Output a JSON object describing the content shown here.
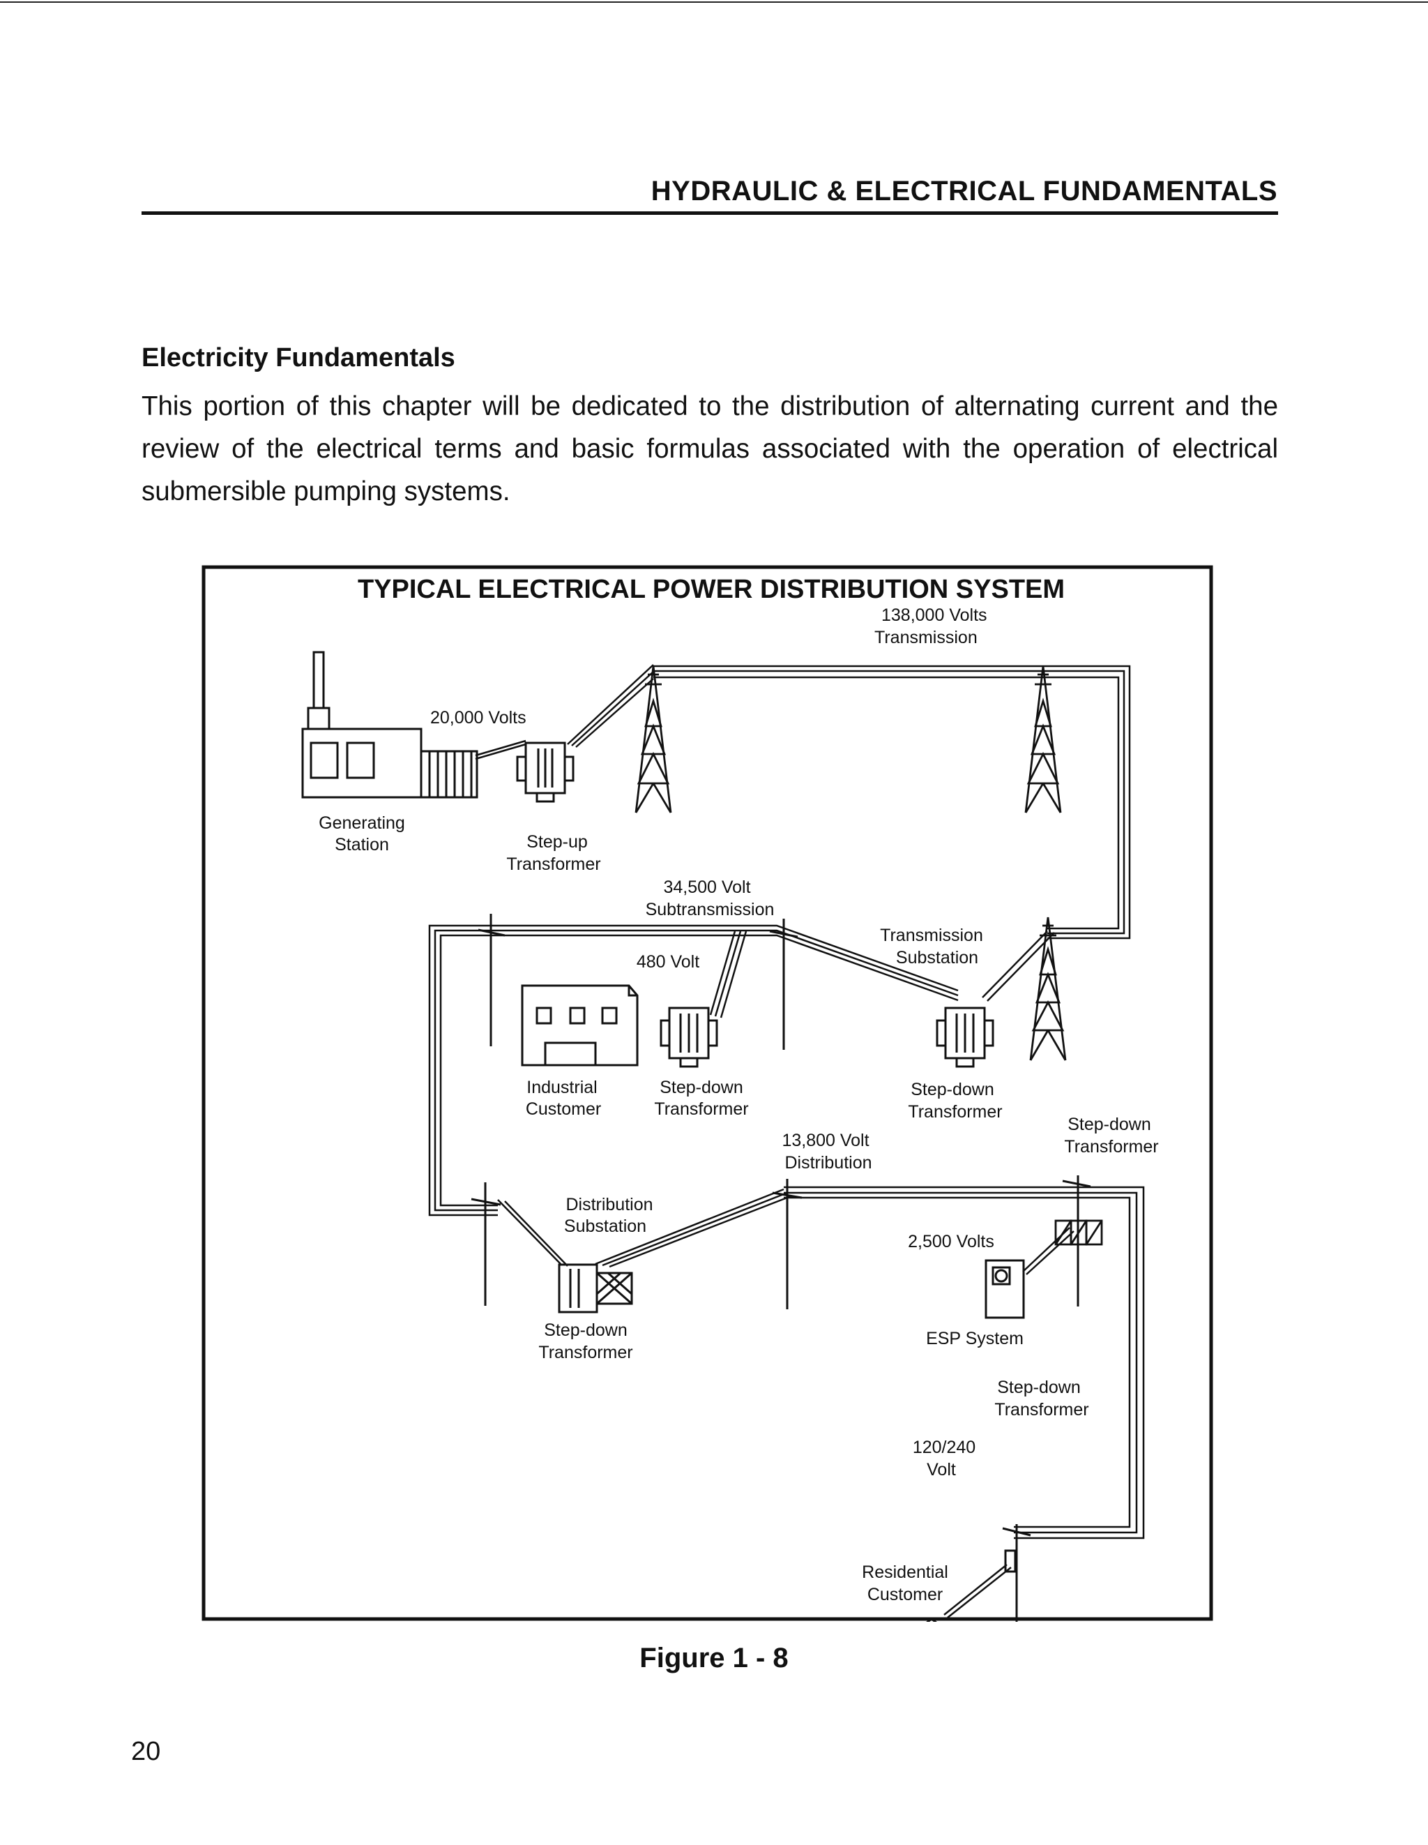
{
  "header": {
    "running_title": "HYDRAULIC  & ELECTRICAL FUNDAMENTALS"
  },
  "section": {
    "title": "Electricity Fundamentals",
    "paragraph": "This portion of this chapter will be dedicated to the distribution of alternating current and the review of the electrical terms and basic formulas associated with the operation of electrical submersible pumping systems."
  },
  "figure": {
    "title": "TYPICAL ELECTRICAL POWER DISTRIBUTION SYSTEM",
    "caption": "Figure  1 - 8",
    "labels": {
      "transmission_voltage": "138,000 Volts",
      "transmission": "Transmission",
      "generation_voltage": "20,000 Volts",
      "generating": "Generating",
      "station": "Station",
      "step_up": "Step-up",
      "transformer": "Transformer",
      "subtransmission_voltage": "34,500 Volt",
      "subtransmission": "Subtransmission",
      "industrial_voltage": "480 Volt",
      "transmission_substation_1": "Transmission",
      "substation": "Substation",
      "industrial": "Industrial",
      "customer": "Customer",
      "step_down": "Step-down",
      "distribution_voltage": "13,800 Volt",
      "distribution": "Distribution",
      "distribution_substation_1": "Distribution",
      "esp_voltage": "2,500 Volts",
      "esp_system": "ESP System",
      "residential_voltage_1": "120/240",
      "residential_voltage_2": "Volt",
      "residential": "Residential"
    }
  },
  "page_number": "20"
}
